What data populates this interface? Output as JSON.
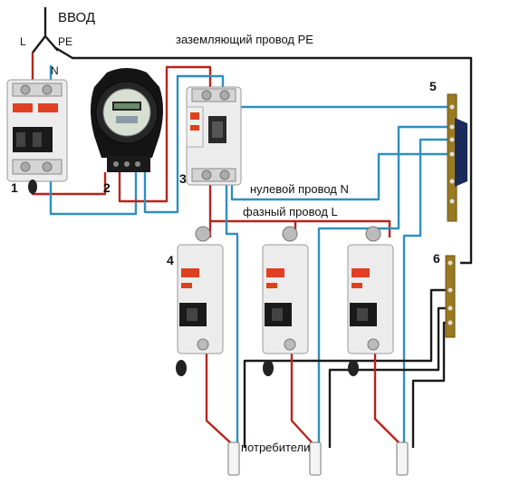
{
  "labels": {
    "input": "ВВОД",
    "phase_short": "L",
    "pe_short": "PE",
    "neutral_short": "N",
    "ground_wire": "заземляющий провод PE",
    "neutral_wire": "нулевой провод N",
    "phase_wire": "фазный провод L",
    "consumers": "потребители"
  },
  "numbers": {
    "n1": "1",
    "n2": "2",
    "n3": "3",
    "n4": "4",
    "n5": "5",
    "n6": "6"
  },
  "colors": {
    "phase": "#b8241c",
    "neutral": "#2f8fc0",
    "ground": "#1a1a1a",
    "breaker_accent": "#e04020"
  }
}
